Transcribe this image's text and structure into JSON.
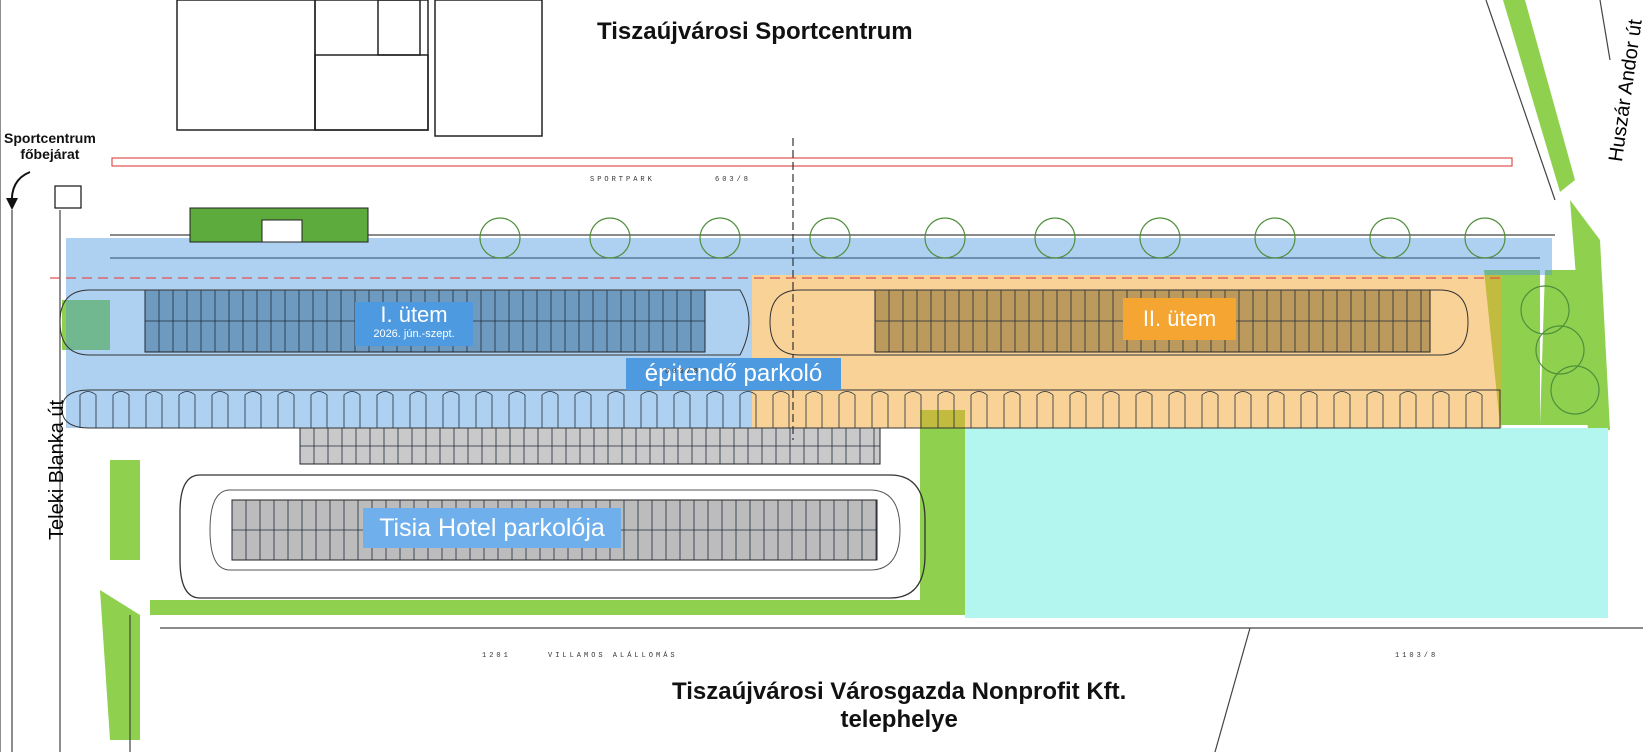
{
  "map": {
    "title_top": "Tiszaújvárosi Sportcentrum",
    "title_bottom_line1": "Tiszaújvárosi Városgazda Nonprofit Kft.",
    "title_bottom_line2": "telephelye",
    "entrance_line1": "Sportcentrum",
    "entrance_line2": "főbejárat",
    "street_right": "Huszár Andor út",
    "street_left": "Teleki Blanka út",
    "phase1_label": "I. ütem",
    "phase1_dates": "2026. jún.-szept.",
    "phase2_label": "II. ütem",
    "planned_parking": "épitendő parkoló",
    "hotel_parking": "Tisia Hotel parkolója",
    "survey_sportpark": "SPORTPARK",
    "survey_sportpark_num": "603/8",
    "survey_mid_num": "603/8",
    "survey_villamos_num": "1201",
    "survey_villamos": "VILLAMOS ALÁLLOMÁS",
    "survey_right_num": "1103/8"
  },
  "colors": {
    "phase1": "#4d9ae0",
    "phase2": "#f4a532",
    "grass": "#8fd14f",
    "lightblue_lot": "#b3f5ef"
  }
}
